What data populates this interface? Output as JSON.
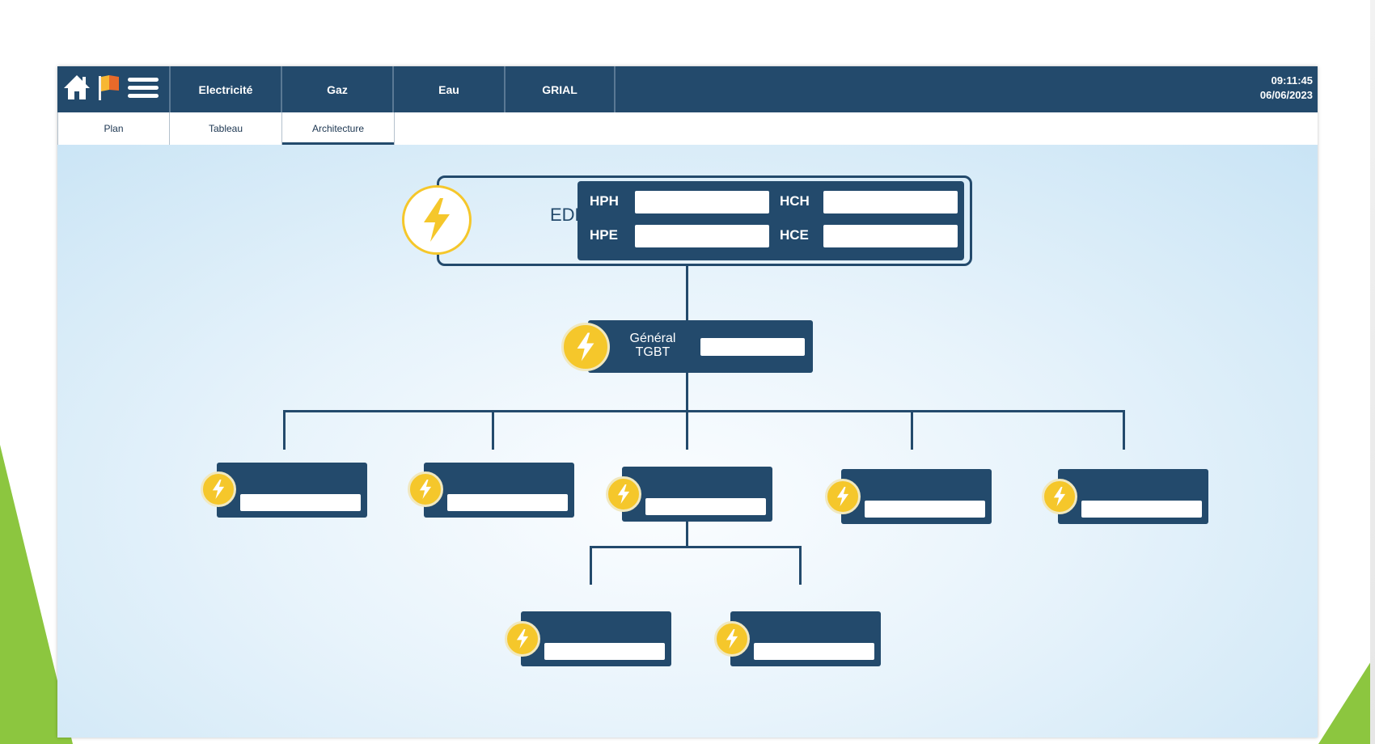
{
  "header": {
    "main_tabs": [
      {
        "label": "Electricité"
      },
      {
        "label": "Gaz"
      },
      {
        "label": "Eau"
      },
      {
        "label": "GRIAL"
      }
    ],
    "time": "09:11:45",
    "date": "06/06/2023"
  },
  "sub_tabs": [
    {
      "label": "Plan"
    },
    {
      "label": "Tableau"
    },
    {
      "label": "Architecture",
      "active": true
    }
  ],
  "edf": {
    "label": "EDF",
    "tariffs": [
      {
        "label": "HPH",
        "value": ""
      },
      {
        "label": "HCH",
        "value": ""
      },
      {
        "label": "HPE",
        "value": ""
      },
      {
        "label": "HCE",
        "value": ""
      }
    ]
  },
  "general": {
    "line1": "Général",
    "line2": "TGBT",
    "value": ""
  },
  "colors": {
    "navy": "#234a6c",
    "bolt_yellow": "#f5c72b",
    "accent_green": "#8cc63f"
  },
  "icons": [
    "home-icon",
    "flag-icon",
    "menu-icon",
    "lightning-icon"
  ]
}
